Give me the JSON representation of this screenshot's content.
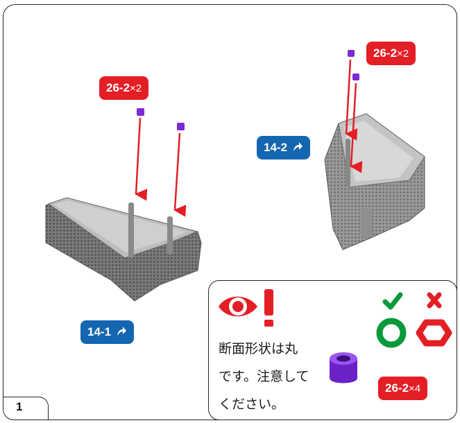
{
  "step": {
    "number": "1"
  },
  "labels": {
    "pin_left": {
      "code": "26-2",
      "mult": "×2"
    },
    "pin_right": {
      "code": "26-2",
      "mult": "×2"
    },
    "part_left": {
      "code": "14-1"
    },
    "part_right": {
      "code": "14-2"
    }
  },
  "note": {
    "lines": [
      "断面形状は丸",
      "です。注意して",
      "ください。"
    ],
    "tag": {
      "code": "26-2",
      "mult": "×4"
    },
    "colors": {
      "correct": "#0a9a3c",
      "wrong": "#e41e25",
      "pin": "#7a2bd6"
    }
  }
}
